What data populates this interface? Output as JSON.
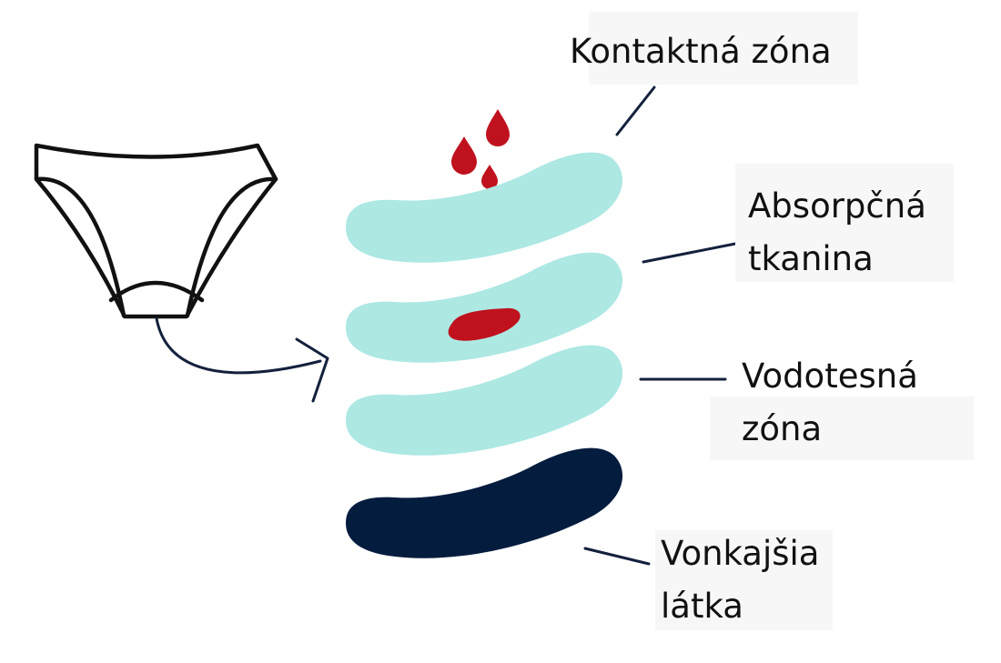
{
  "labels": {
    "contact_zone": "Kontaktná zóna",
    "absorbent_line1": "Absorpčná",
    "absorbent_line2": "tkanina",
    "waterproof_line1": "Vodotesná",
    "waterproof_line2": "zóna",
    "outer_line1": "Vonkajšia",
    "outer_line2": "látka"
  },
  "colors": {
    "layer_light": "#ade8e3",
    "outer_layer": "#041c3e",
    "blood": "#c0121e",
    "line": "#14213d",
    "outline": "#111111"
  },
  "icons": {
    "underwear": "panties-outline-icon",
    "arrow": "curved-arrow-icon",
    "drops": "blood-drop-icon"
  }
}
